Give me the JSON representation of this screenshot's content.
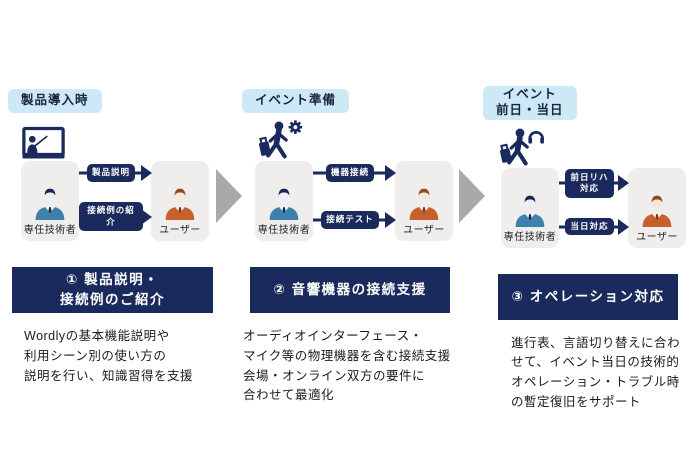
{
  "colors": {
    "navy": "#1b2a5c",
    "badge_bg": "#cde9f6",
    "badge_text": "#1a2640",
    "card_bg": "#efeeed",
    "chevron_gray": "#a9a9a9",
    "suit_blue": "#3e81ae",
    "suit_orange": "#c7602c",
    "text": "#1b1b1b"
  },
  "flow": {
    "columns": [
      {
        "phase": "製品導入時",
        "icon": "presenter-icon",
        "actor_left": "専任技術者",
        "actor_right": "ユーザー",
        "arrow1": "製品説明",
        "arrow2": "接続例の紹介",
        "banner": "① 製品説明・\n接続例のご紹介",
        "description": "Wordlyの基本機能説明や\n利用シーン別の使い方の\n説明を行い、知識習得を支援"
      },
      {
        "phase": "イベント準備",
        "icon": "traveler-gear-icon",
        "actor_left": "専任技術者",
        "actor_right": "ユーザー",
        "arrow1": "機器接続",
        "arrow2": "接続テスト",
        "banner": "② 音響機器の接続支援",
        "description": "オーディオインターフェース・\nマイク等の物理機器を含む接続支援\n会場・オンライン双方の要件に\n合わせて最適化"
      },
      {
        "phase": "イベント\n前日・当日",
        "icon": "traveler-headphones-icon",
        "actor_left": "専任技術者",
        "actor_right": "ユーザー",
        "arrow1": "前日リハ\n対応",
        "arrow2": "当日対応",
        "banner": "③ オペレーション対応",
        "description": "進行表、言語切り替えに合わ\nせて、イベント当日の技術的\nオペレーション・トラブル時\nの暫定復旧をサポート"
      }
    ]
  }
}
